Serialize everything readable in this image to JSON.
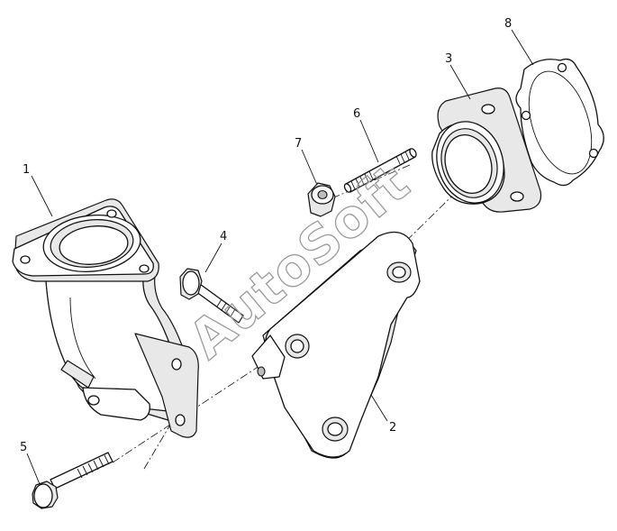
{
  "callouts": [
    {
      "id": "1",
      "text": "1"
    },
    {
      "id": "2",
      "text": "2"
    },
    {
      "id": "3",
      "text": "3"
    },
    {
      "id": "4",
      "text": "4"
    },
    {
      "id": "5",
      "text": "5"
    },
    {
      "id": "6",
      "text": "6"
    },
    {
      "id": "7",
      "text": "7"
    },
    {
      "id": "8",
      "text": "8"
    }
  ],
  "watermark": "AutoSoft"
}
